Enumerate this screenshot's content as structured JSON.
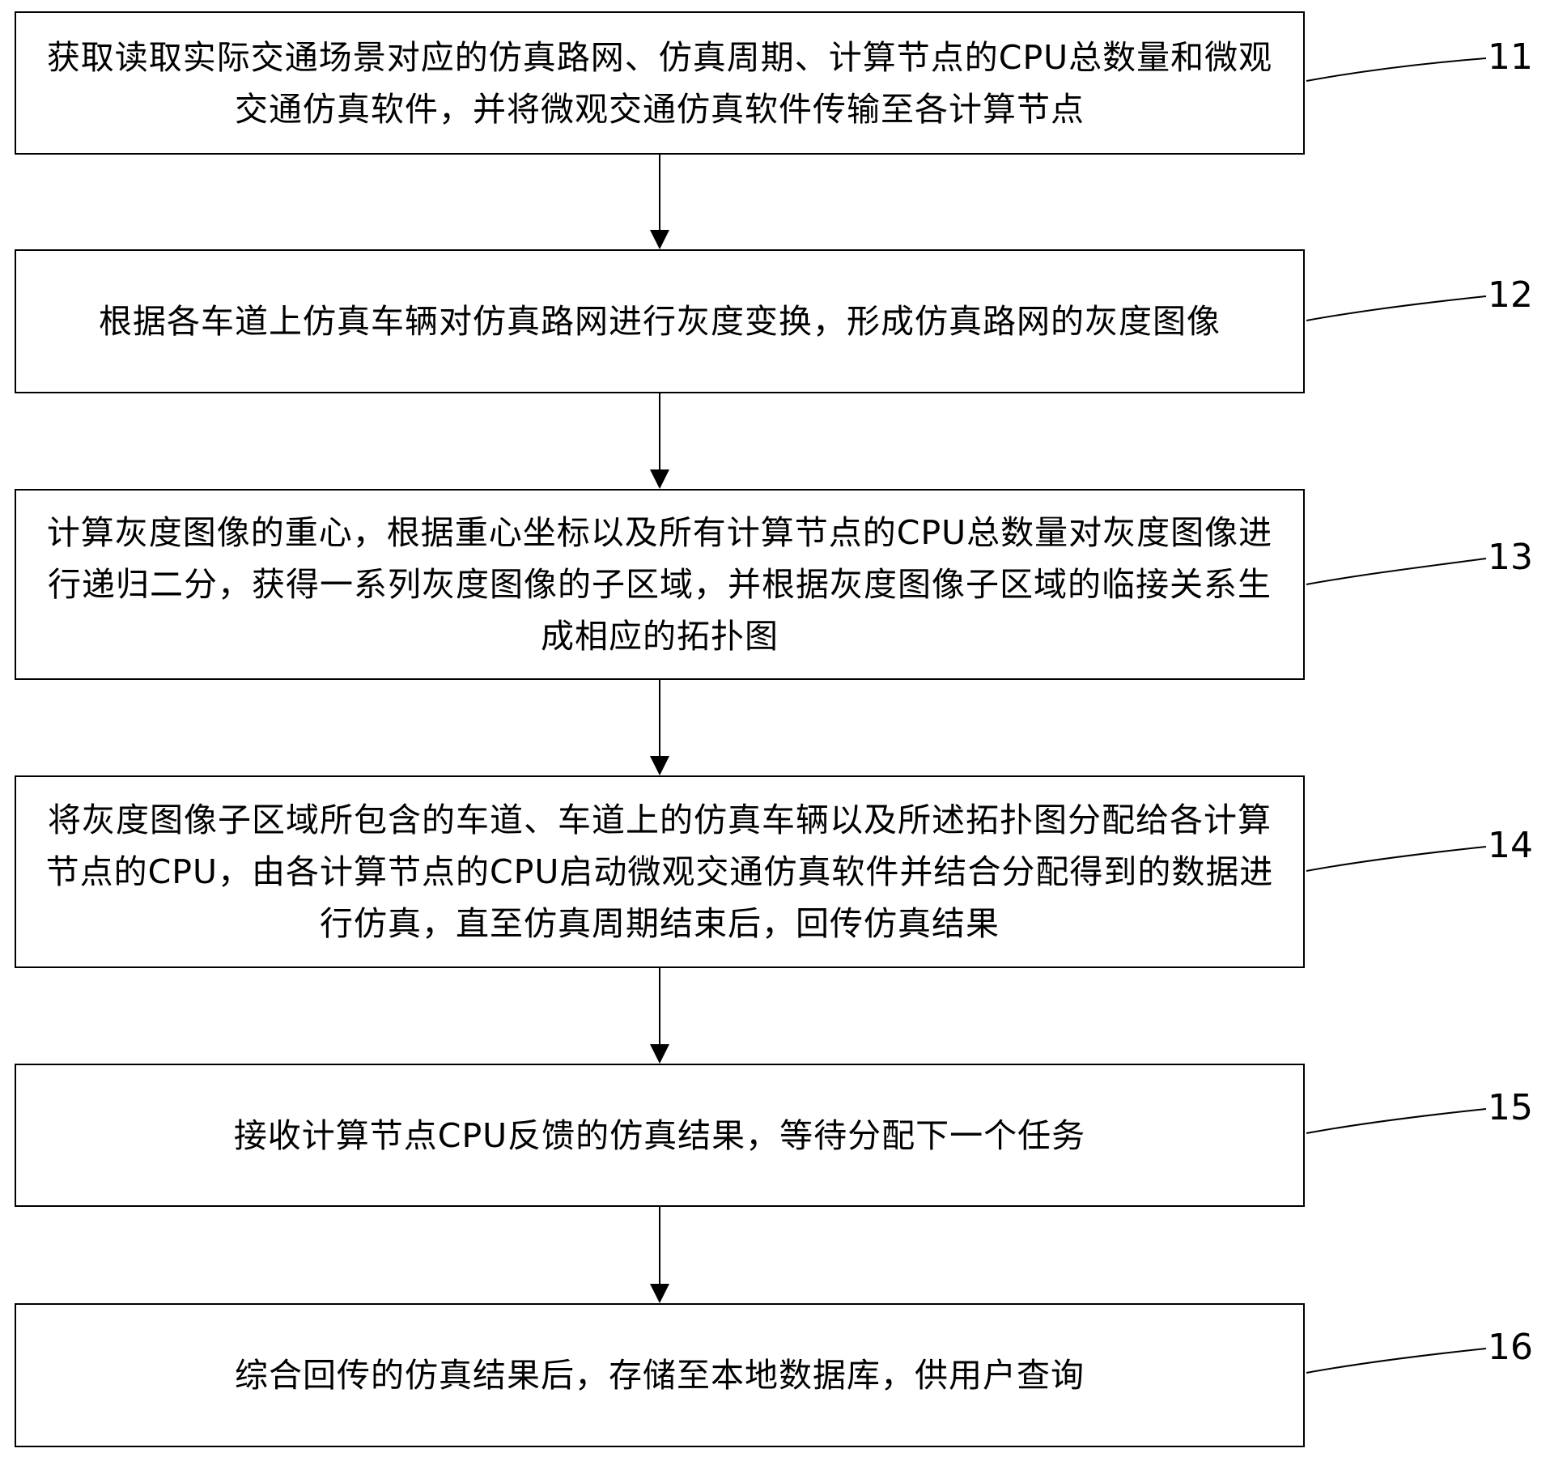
{
  "steps": [
    {
      "id": "11",
      "text": "获取读取实际交通场景对应的仿真路网、仿真周期、计算节点的CPU总数量和微观交通仿真软件，并将微观交通仿真软件传输至各计算节点"
    },
    {
      "id": "12",
      "text": "根据各车道上仿真车辆对仿真路网进行灰度变换，形成仿真路网的灰度图像"
    },
    {
      "id": "13",
      "text": "计算灰度图像的重心，根据重心坐标以及所有计算节点的CPU总数量对灰度图像进行递归二分，获得一系列灰度图像的子区域，并根据灰度图像子区域的临接关系生成相应的拓扑图"
    },
    {
      "id": "14",
      "text": "将灰度图像子区域所包含的车道、车道上的仿真车辆以及所述拓扑图分配给各计算节点的CPU，由各计算节点的CPU启动微观交通仿真软件并结合分配得到的数据进行仿真，直至仿真周期结束后，回传仿真结果"
    },
    {
      "id": "15",
      "text": "接收计算节点CPU反馈的仿真结果，等待分配下一个任务"
    },
    {
      "id": "16",
      "text": "综合回传的仿真结果后，存储至本地数据库，供用户查询"
    }
  ]
}
